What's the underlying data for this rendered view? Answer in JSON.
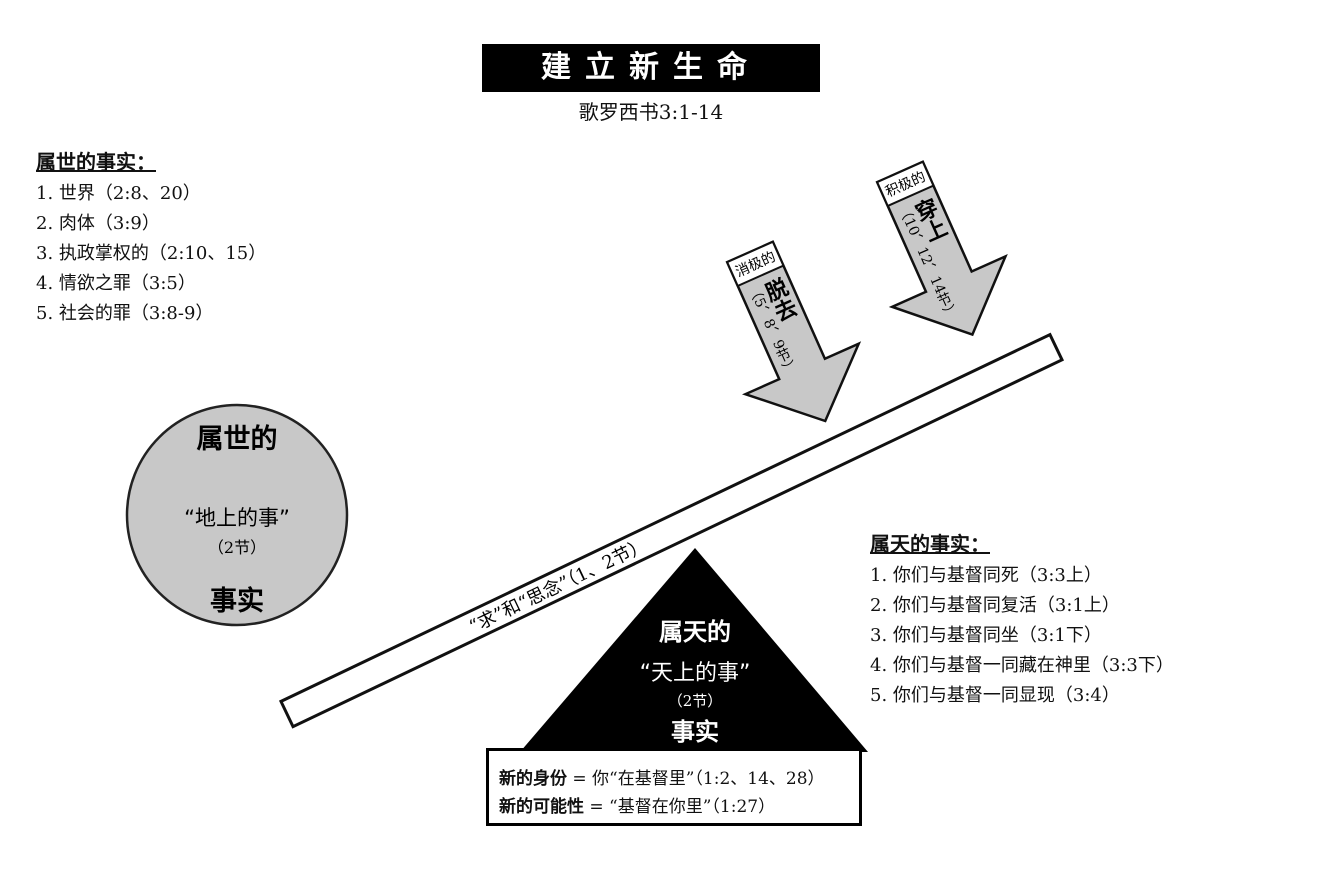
{
  "title": "建立新生命",
  "subtitle": "歌罗西书3:1-14",
  "world_facts": {
    "heading": "属世的事实：",
    "items": [
      "1. 世界（2:8、20）",
      "2. 肉体（3:9）",
      "3. 执政掌权的（2:10、15）",
      "4. 情欲之罪（3:5）",
      "5. 社会的罪（3:8-9）"
    ]
  },
  "heaven_facts": {
    "heading": "属天的事实：",
    "items": [
      "1. 你们与基督同死（3:3上）",
      "2. 你们与基督同复活（3:1上）",
      "3. 你们与基督同坐（3:1下）",
      "4. 你们与基督一同藏在神里（3:3下）",
      "5. 你们与基督一同显现（3:4）"
    ]
  },
  "circle": {
    "top": "属世的",
    "middle": "“地上的事”",
    "verse": "（2节）",
    "bottom": "事实"
  },
  "triangle": {
    "top": "属天的",
    "middle": "“天上的事”",
    "verse": "（2节）",
    "bottom": "事实"
  },
  "plank": {
    "label": "“求”和“思念”（1、2节）"
  },
  "arrows": [
    {
      "tag": "消极的",
      "word": "脱去",
      "verses": "（5、8、9节）"
    },
    {
      "tag": "积极的",
      "word": "穿上",
      "verses": "（10、12、14节）"
    }
  ],
  "bottom_box": {
    "line1_bold": "新的身份",
    "line1_rest": " = 你“在基督里”（1:2、14、28）",
    "line2_bold": "新的可能性",
    "line2_rest": " = “基督在你里”（1:27）"
  },
  "colors": {
    "gray": "#c8c8c8",
    "black": "#000000"
  }
}
